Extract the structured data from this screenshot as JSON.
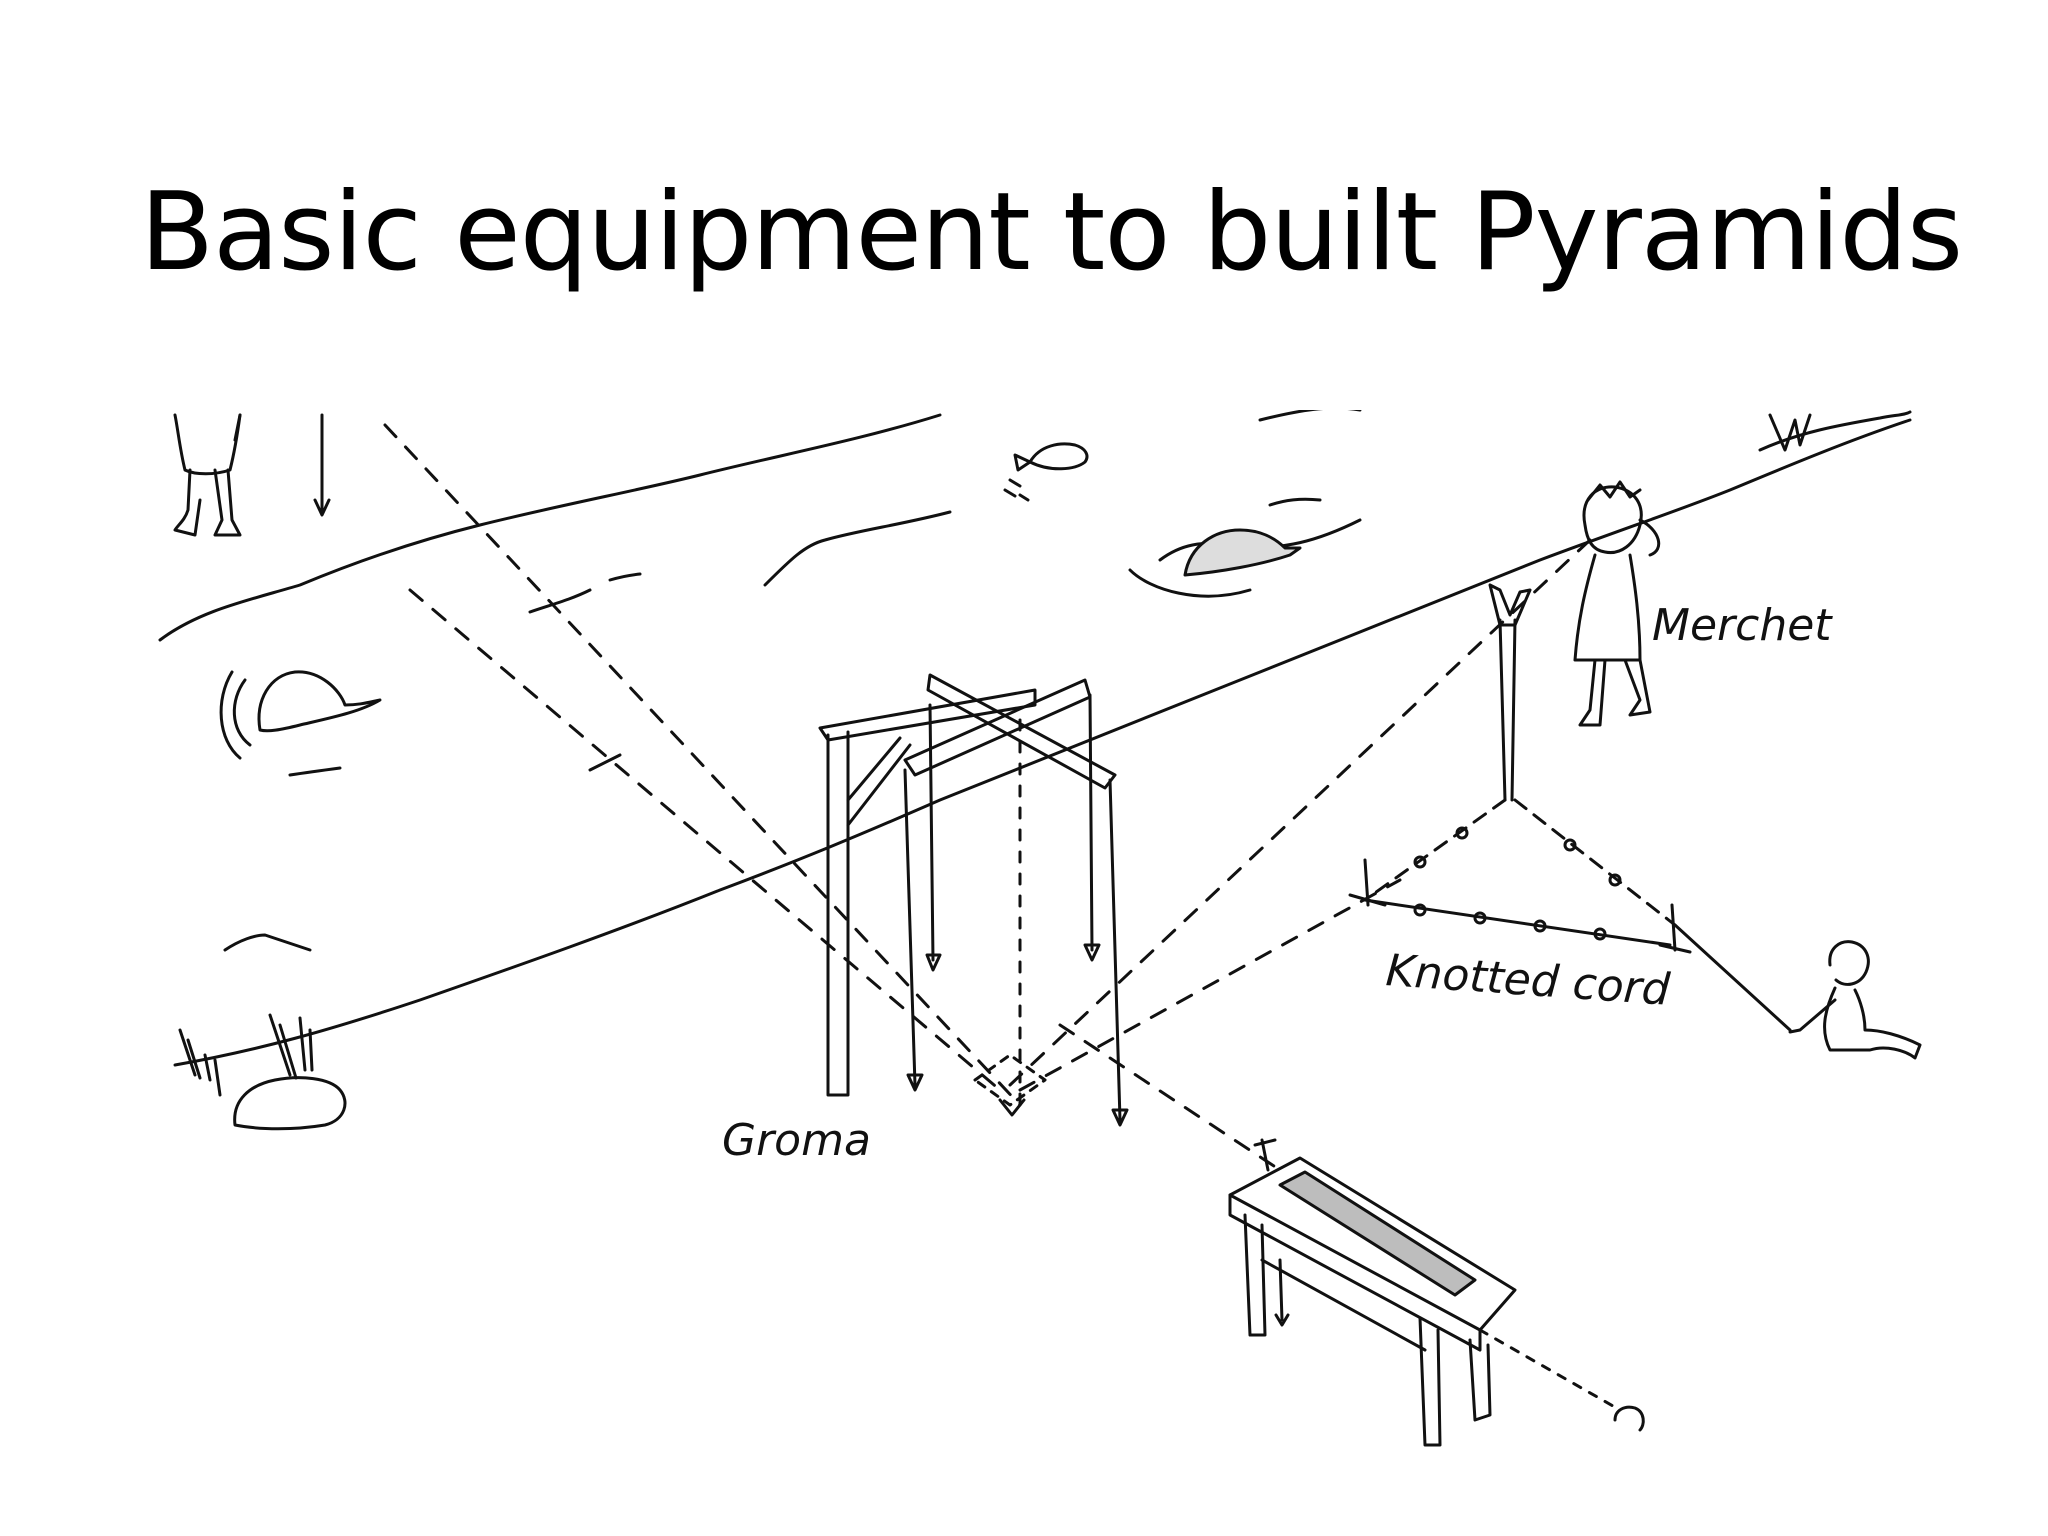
{
  "slide": {
    "title": "Basic equipment to built Pyramids"
  },
  "illustration": {
    "labels": {
      "groma": "Groma",
      "merchet": "Merchet",
      "knotted_cord": "Knotted cord"
    }
  },
  "colors": {
    "background": "#ffffff",
    "ink": "#111111",
    "shade": "#bdbdbd"
  }
}
